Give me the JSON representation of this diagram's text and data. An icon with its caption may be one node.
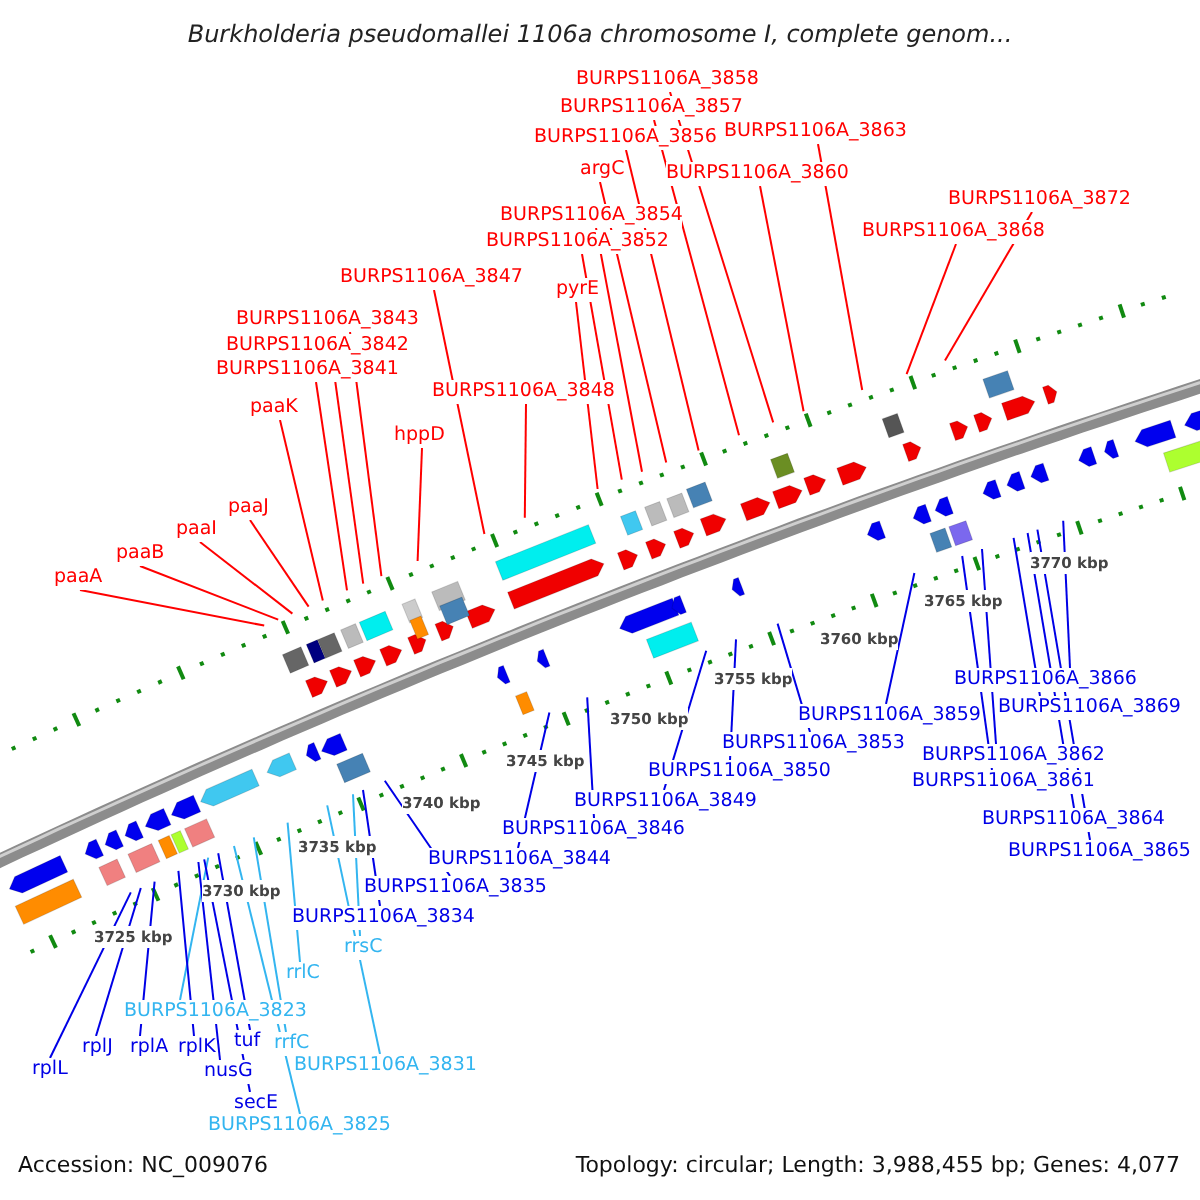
{
  "diagram": {
    "title": "Burkholderia pseudomallei 1106a chromosome I, complete genom...",
    "nodes": [
      {
        "text": [
          "BURPS1106A_3858"
        ]
      },
      {
        "text": [
          "BURPS1106A_3857"
        ]
      },
      {
        "text": [
          "BURPS1106A_3856"
        ]
      },
      {
        "text": [
          "BURPS1106A_3863"
        ]
      },
      {
        "text": [
          "argC"
        ]
      },
      {
        "text": [
          "BURPS1106A_3860"
        ]
      },
      {
        "text": [
          "BURPS1106A_3872"
        ]
      },
      {
        "text": [
          "BURPS1106A_3868"
        ]
      },
      {
        "text": [
          "BURPS1106A_3854"
        ]
      },
      {
        "text": [
          "BURPS1106A_3852"
        ]
      },
      {
        "text": [
          "BURPS1106A_3847"
        ]
      },
      {
        "text": [
          "pyrE"
        ]
      },
      {
        "text": [
          "BURPS1106A_3843"
        ]
      },
      {
        "text": [
          "BURPS1106A_3842"
        ]
      },
      {
        "text": [
          "BURPS1106A_3841"
        ]
      },
      {
        "text": [
          "BURPS1106A_3848"
        ]
      },
      {
        "text": [
          "paaK"
        ]
      },
      {
        "text": [
          "hppD"
        ]
      },
      {
        "text": [
          "paaJ"
        ]
      },
      {
        "text": [
          "paaI"
        ]
      },
      {
        "text": [
          "paaB"
        ]
      },
      {
        "text": [
          "paaA"
        ]
      },
      {
        "text": [
          "BURPS1106A_3866"
        ]
      },
      {
        "text": [
          "BURPS1106A_3869"
        ]
      },
      {
        "text": [
          "BURPS1106A_3859"
        ]
      },
      {
        "text": [
          "BURPS1106A_3853"
        ]
      },
      {
        "text": [
          "BURPS1106A_3862"
        ]
      },
      {
        "text": [
          "BURPS1106A_3861"
        ]
      },
      {
        "text": [
          "BURPS1106A_3850"
        ]
      },
      {
        "text": [
          "BURPS1106A_3849"
        ]
      },
      {
        "text": [
          "BURPS1106A_3864"
        ]
      },
      {
        "text": [
          "BURPS1106A_3846"
        ]
      },
      {
        "text": [
          "BURPS1106A_3865"
        ]
      },
      {
        "text": [
          "BURPS1106A_3844"
        ]
      },
      {
        "text": [
          "BURPS1106A_3835"
        ]
      },
      {
        "text": [
          "BURPS1106A_3834"
        ]
      },
      {
        "text": [
          "rrsC"
        ]
      },
      {
        "text": [
          "rrlC"
        ]
      },
      {
        "text": [
          "BURPS1106A_3823"
        ]
      },
      {
        "text": [
          "rplJ"
        ]
      },
      {
        "text": [
          "rplA"
        ]
      },
      {
        "text": [
          "rplK"
        ]
      },
      {
        "text": [
          "tuf"
        ]
      },
      {
        "text": [
          "rrfC"
        ]
      },
      {
        "text": [
          "BURPS1106A_3831"
        ]
      },
      {
        "text": [
          "rplL"
        ]
      },
      {
        "text": [
          "nusG"
        ]
      },
      {
        "text": [
          "secE"
        ]
      },
      {
        "text": [
          "BURPS1106A_3825"
        ]
      }
    ],
    "edges": [
      {
        "from": 0,
        "to": null,
        "arrow": "none",
        "color": "#ff0000"
      },
      {
        "from": 1,
        "to": null,
        "arrow": "none",
        "color": "#ff0000"
      },
      {
        "from": 2,
        "to": null,
        "arrow": "none",
        "color": "#ff0000"
      },
      {
        "from": 3,
        "to": null,
        "arrow": "none",
        "color": "#ff0000"
      },
      {
        "from": 4,
        "to": null,
        "arrow": "none",
        "color": "#ff0000"
      },
      {
        "from": 5,
        "to": null,
        "arrow": "none",
        "color": "#ff0000"
      },
      {
        "from": 6,
        "to": null,
        "arrow": "none",
        "color": "#ff0000"
      },
      {
        "from": 7,
        "to": null,
        "arrow": "none",
        "color": "#ff0000"
      },
      {
        "from": 8,
        "to": null,
        "arrow": "none",
        "color": "#ff0000"
      },
      {
        "from": 9,
        "to": null,
        "arrow": "none",
        "color": "#ff0000"
      },
      {
        "from": 10,
        "to": null,
        "arrow": "none",
        "color": "#ff0000"
      },
      {
        "from": 11,
        "to": null,
        "arrow": "none",
        "color": "#ff0000"
      },
      {
        "from": 12,
        "to": null,
        "arrow": "none",
        "color": "#ff0000"
      },
      {
        "from": 13,
        "to": null,
        "arrow": "none",
        "color": "#ff0000"
      },
      {
        "from": 14,
        "to": null,
        "arrow": "none",
        "color": "#ff0000"
      },
      {
        "from": 15,
        "to": null,
        "arrow": "none",
        "color": "#ff0000"
      },
      {
        "from": 16,
        "to": null,
        "arrow": "none",
        "color": "#ff0000"
      },
      {
        "from": 17,
        "to": null,
        "arrow": "none",
        "color": "#ff0000"
      },
      {
        "from": 18,
        "to": null,
        "arrow": "none",
        "color": "#ff0000"
      },
      {
        "from": 19,
        "to": null,
        "arrow": "none",
        "color": "#ff0000"
      },
      {
        "from": 20,
        "to": null,
        "arrow": "none",
        "color": "#ff0000"
      },
      {
        "from": 21,
        "to": null,
        "arrow": "none",
        "color": "#ff0000"
      },
      {
        "from": 22,
        "to": null,
        "arrow": "none",
        "color": "#0000e6"
      },
      {
        "from": 23,
        "to": null,
        "arrow": "none",
        "color": "#0000e6"
      },
      {
        "from": 24,
        "to": null,
        "arrow": "none",
        "color": "#0000e6"
      },
      {
        "from": 25,
        "to": null,
        "arrow": "none",
        "color": "#0000e6"
      },
      {
        "from": 26,
        "to": null,
        "arrow": "none",
        "color": "#0000e6"
      },
      {
        "from": 27,
        "to": null,
        "arrow": "none",
        "color": "#0000e6"
      },
      {
        "from": 28,
        "to": null,
        "arrow": "none",
        "color": "#0000e6"
      },
      {
        "from": 29,
        "to": null,
        "arrow": "none",
        "color": "#0000e6"
      },
      {
        "from": 30,
        "to": null,
        "arrow": "none",
        "color": "#0000e6"
      },
      {
        "from": 31,
        "to": null,
        "arrow": "none",
        "color": "#0000e6"
      },
      {
        "from": 32,
        "to": null,
        "arrow": "none",
        "color": "#0000e6"
      },
      {
        "from": 33,
        "to": null,
        "arrow": "none",
        "color": "#0000e6"
      },
      {
        "from": 34,
        "to": null,
        "arrow": "none",
        "color": "#0000e6"
      },
      {
        "from": 35,
        "to": null,
        "arrow": "none",
        "color": "#0000e6"
      },
      {
        "from": 36,
        "to": null,
        "arrow": "none",
        "color": "#33b5f0"
      },
      {
        "from": 37,
        "to": null,
        "arrow": "none",
        "color": "#33b5f0"
      },
      {
        "from": 38,
        "to": null,
        "arrow": "none",
        "color": "#33b5f0"
      },
      {
        "from": 39,
        "to": null,
        "arrow": "none",
        "color": "#0000e6"
      },
      {
        "from": 40,
        "to": null,
        "arrow": "none",
        "color": "#0000e6"
      },
      {
        "from": 41,
        "to": null,
        "arrow": "none",
        "color": "#0000e6"
      },
      {
        "from": 42,
        "to": null,
        "arrow": "none",
        "color": "#0000e6"
      },
      {
        "from": 43,
        "to": null,
        "arrow": "none",
        "color": "#33b5f0"
      },
      {
        "from": 44,
        "to": null,
        "arrow": "none",
        "color": "#33b5f0"
      },
      {
        "from": 45,
        "to": null,
        "arrow": "none",
        "color": "#0000e6"
      },
      {
        "from": 46,
        "to": null,
        "arrow": "none",
        "color": "#0000e6"
      },
      {
        "from": 47,
        "to": null,
        "arrow": "none",
        "color": "#0000e6"
      },
      {
        "from": 48,
        "to": null,
        "arrow": "none",
        "color": "#33b5f0"
      }
    ],
    "labels": [
      "3725 kbp",
      "3730 kbp",
      "3735 kbp",
      "3740 kbp",
      "3745 kbp",
      "3750 kbp",
      "3755 kbp",
      "3760 kbp",
      "3765 kbp",
      "3770 kbp",
      "Accession: NC_009076",
      "Topology: circular; Length: 3,988,455 bp; Genes: 4,077"
    ]
  }
}
